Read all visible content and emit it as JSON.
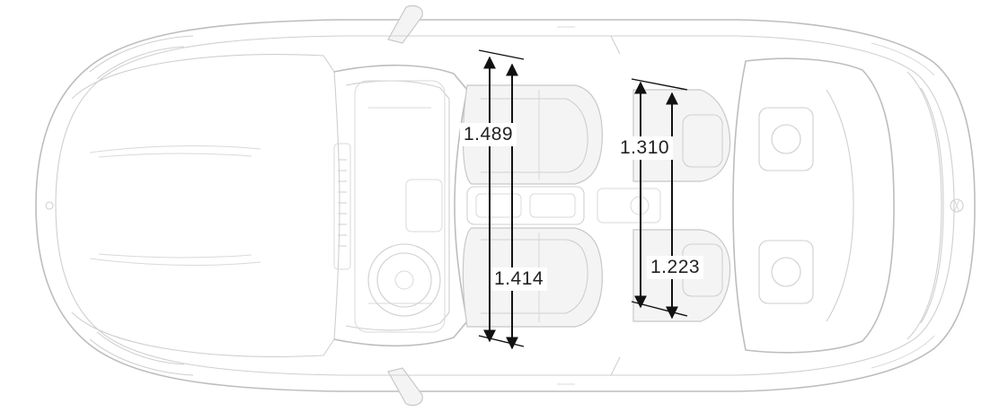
{
  "dimensions": {
    "front_shoulder": "1.489",
    "front_hip": "1.414",
    "rear_shoulder": "1.310",
    "rear_hip": "1.223"
  },
  "colors": {
    "outline": "#bdbdbd",
    "dimension": "#111111",
    "background": "#ffffff"
  }
}
